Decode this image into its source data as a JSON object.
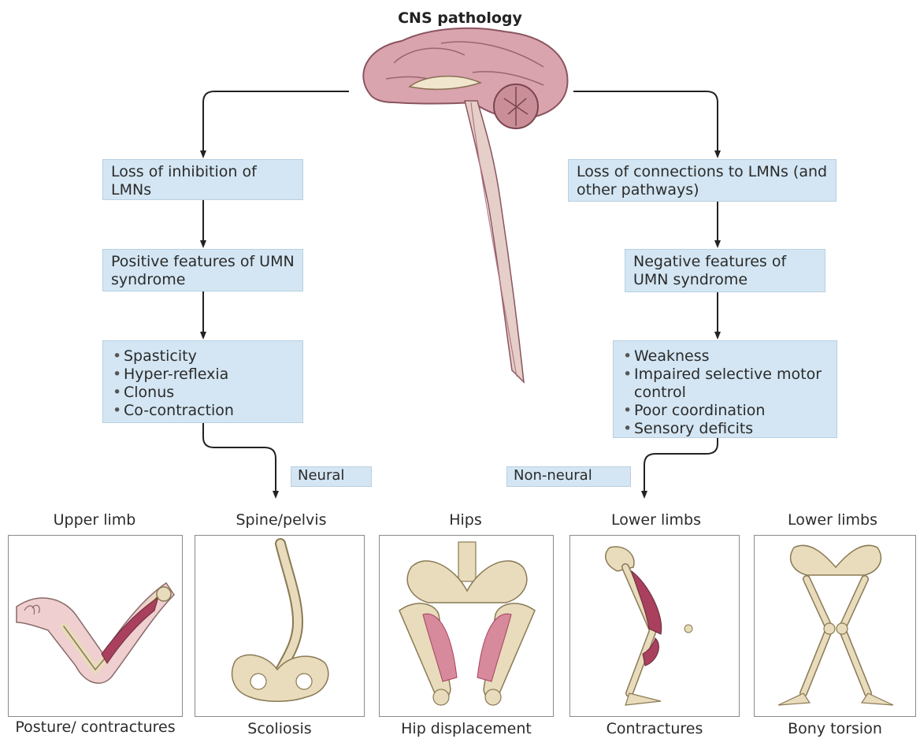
{
  "title": "CNS pathology",
  "left_branch": {
    "cause": "Loss of inhibition of LMNs",
    "features": "Positive features of UMN syndrome",
    "items": [
      "Spasticity",
      "Hyper-reflexia",
      "Clonus",
      "Co-contraction"
    ],
    "tag": "Neural"
  },
  "right_branch": {
    "cause": "Loss of connections to LMNs (and other pathways)",
    "features": "Negative features of UMN syndrome",
    "items": [
      "Weakness",
      "Impaired selective motor control",
      "Poor coordination",
      "Sensory deficits"
    ],
    "tag": "Non-neural"
  },
  "panels": [
    {
      "heading": "Upper limb",
      "caption": "Posture/ contractures"
    },
    {
      "heading": "Spine/pelvis",
      "caption": "Scoliosis"
    },
    {
      "heading": "Hips",
      "caption": "Hip displacement"
    },
    {
      "heading": "Lower limbs",
      "caption": "Contractures"
    },
    {
      "heading": "Lower limbs",
      "caption": "Bony torsion"
    }
  ],
  "colors": {
    "box_fill": "#d4e6f3",
    "brain": "#cf9aa3",
    "bone": "#e8dcbc",
    "muscle": "#a8405e"
  }
}
